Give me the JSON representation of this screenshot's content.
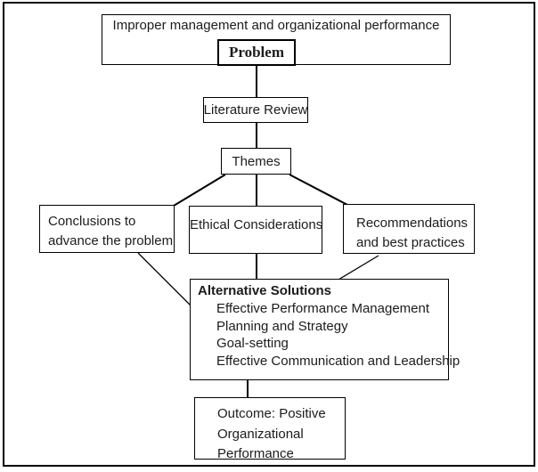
{
  "colors": {
    "line": "#000000",
    "text": "#1c1c1c",
    "background": "#ffffff"
  },
  "nodes": {
    "problem_area": {
      "label": "Improper management and organizational performance"
    },
    "problem": {
      "label": "Problem"
    },
    "literature_review": {
      "label": "Literature Review"
    },
    "themes": {
      "label": "Themes"
    },
    "conclusions": {
      "lines": [
        "Conclusions to",
        "advance the problem"
      ]
    },
    "ethical": {
      "label": "Ethical Considerations"
    },
    "recommendations": {
      "lines": [
        "Recommendations",
        "and best practices"
      ]
    },
    "alternative_solutions": {
      "title": "Alternative Solutions",
      "items": [
        "Effective Performance Management",
        "Planning and Strategy",
        "Goal-setting",
        "Effective Communication and Leadership"
      ]
    },
    "outcome": {
      "lines": [
        "Outcome: Positive",
        "Organizational",
        "Performance"
      ]
    }
  }
}
